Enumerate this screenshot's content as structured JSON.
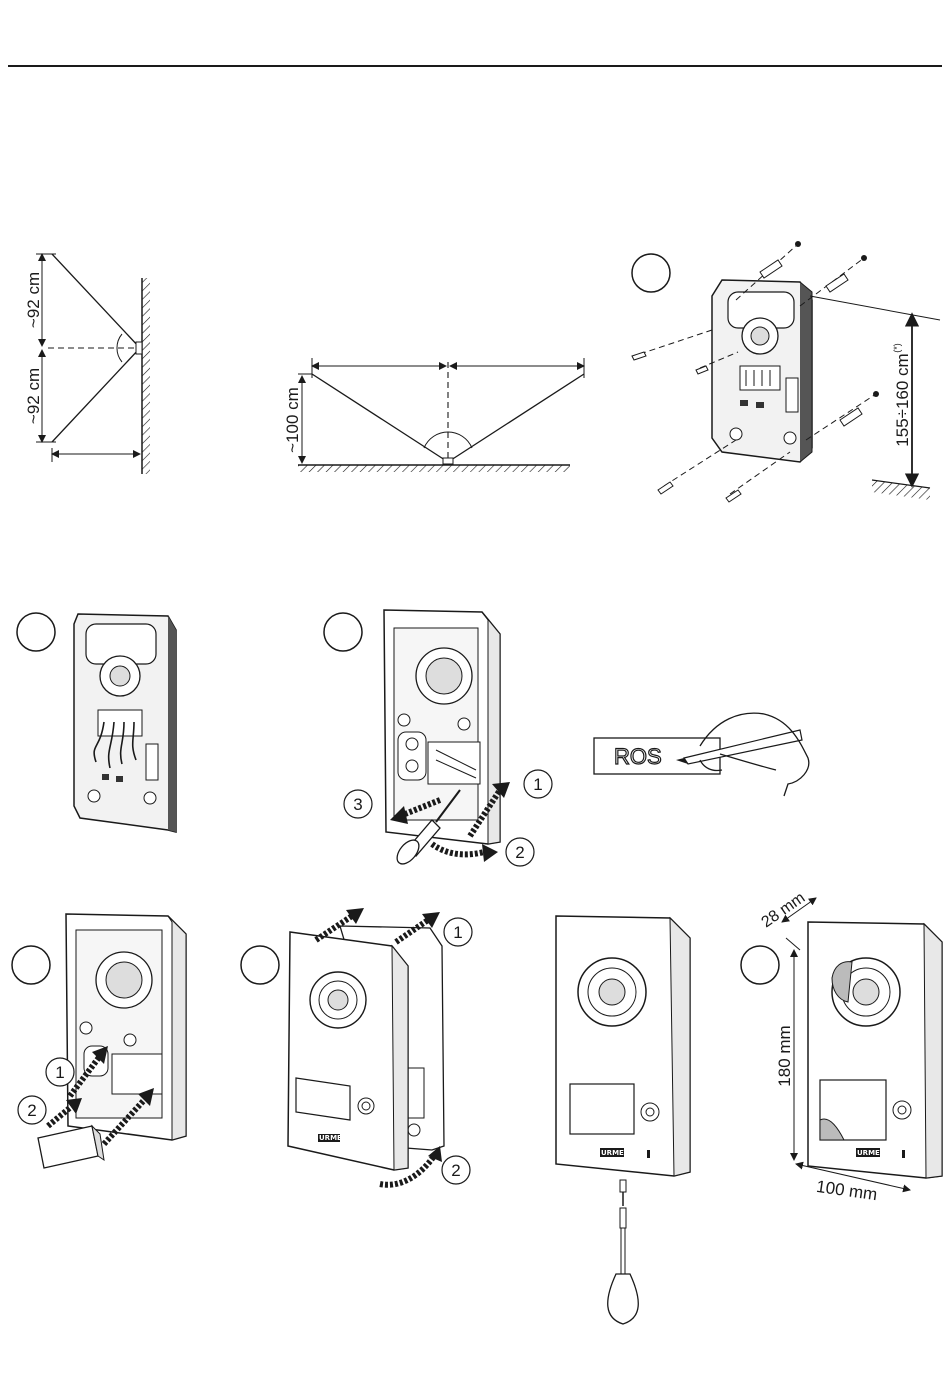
{
  "labels": {
    "height_upper": "~92 cm",
    "height_lower": "~92 cm",
    "height_floor": "~100 cm",
    "mount_height": "155÷160 cm",
    "mount_height_note": "(*)",
    "depth": "28 mm",
    "height": "180 mm",
    "width": "100 mm"
  },
  "step_numbers": {
    "n1": "1",
    "n2": "2",
    "n3": "3"
  },
  "nameplate_text": "ROS",
  "brand": "URMET"
}
